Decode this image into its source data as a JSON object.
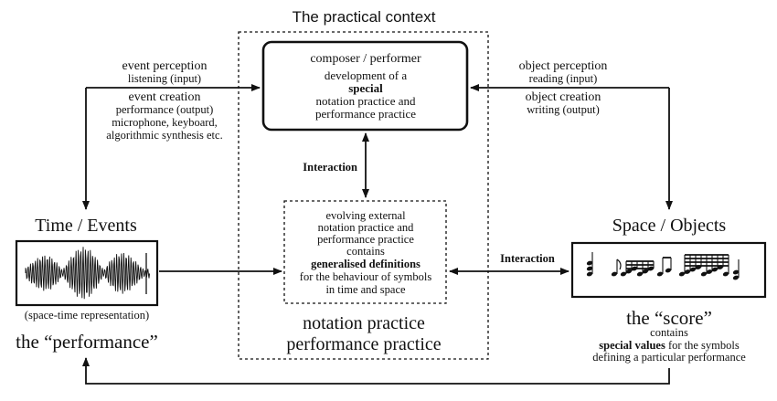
{
  "title": "The practical context",
  "composer_box": {
    "heading": "composer / performer",
    "line1": "development of a",
    "bold": "special",
    "line3": "notation practice and",
    "line4": "performance practice"
  },
  "left_top": {
    "event_perception": "event perception",
    "listening": "listening (input)",
    "event_creation": "event creation",
    "performance_output": "performance (output)",
    "microphone": "microphone, keyboard,",
    "algorithmic": "algorithmic synthesis etc."
  },
  "right_top": {
    "object_perception": "object perception",
    "reading": "reading (input)",
    "object_creation": "object creation",
    "writing": "writing (output)"
  },
  "interaction_vertical": "Interaction",
  "interaction_horizontal": "Interaction",
  "inner_box": {
    "line1": "evolving external",
    "line2": "notation practice and",
    "line3": "performance practice",
    "line4": "contains",
    "bold": "generalised definitions",
    "line6": "for the behaviour of symbols",
    "line7": "in time and space"
  },
  "time_events": {
    "heading": "Time / Events",
    "caption": "(space-time representation)",
    "label": "the “performance”"
  },
  "space_objects": {
    "heading": "Space / Objects",
    "label": "the “score”",
    "contains": "contains",
    "bold": "special values",
    "rest": " for the symbols",
    "last": "defining a particular performance"
  },
  "bottom_label": {
    "line1": "notation practice",
    "line2": "performance practice"
  },
  "icons": {
    "waveform": "waveform-icon",
    "score": "music-notation-icon"
  }
}
